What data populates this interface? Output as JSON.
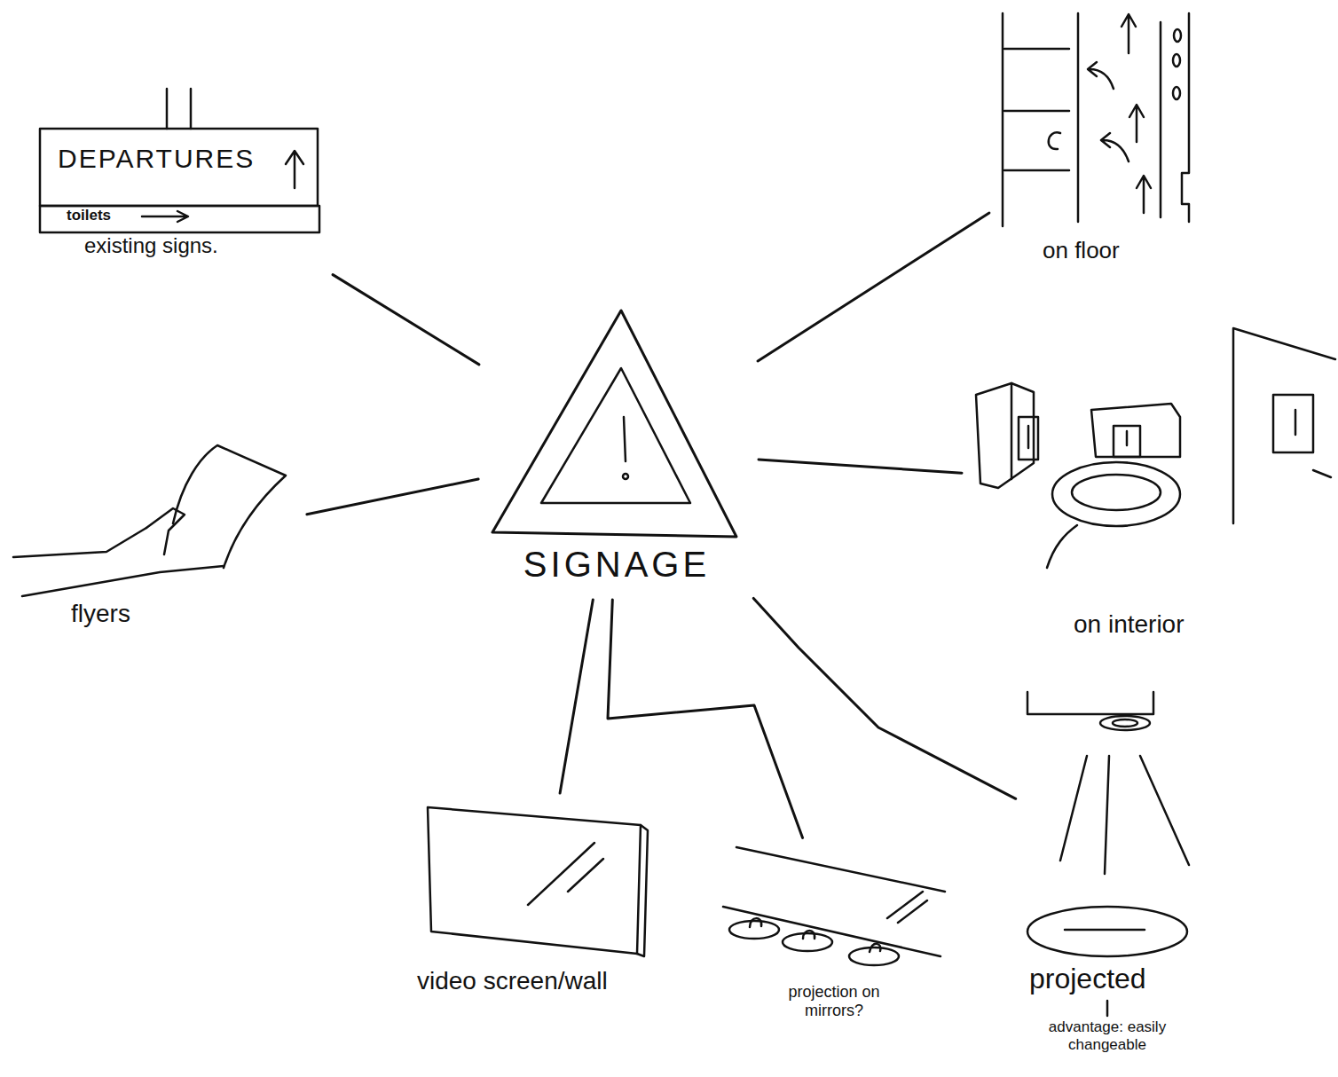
{
  "diagram": {
    "nodes": [
      {
        "text": [
          "SIGNAGE"
        ]
      },
      {
        "text": [
          "DEPARTURES",
          "toilets",
          "existing signs."
        ]
      },
      {
        "text": [
          "on floor"
        ]
      },
      {
        "text": [
          "flyers"
        ]
      },
      {
        "text": [
          "on interior"
        ]
      },
      {
        "text": [
          "video screen/wall"
        ]
      },
      {
        "text": [
          "projection on mirrors?"
        ]
      },
      {
        "text": [
          "projected"
        ]
      }
    ],
    "edges": [
      {
        "from": 0,
        "to": 1,
        "arrow": "none"
      },
      {
        "from": 0,
        "to": 2,
        "arrow": "none"
      },
      {
        "from": 0,
        "to": 3,
        "arrow": "none"
      },
      {
        "from": 0,
        "to": 4,
        "arrow": "none"
      },
      {
        "from": 0,
        "to": 5,
        "arrow": "none"
      },
      {
        "from": 0,
        "to": 6,
        "arrow": "none"
      },
      {
        "from": 0,
        "to": 7,
        "arrow": "none"
      }
    ],
    "labels": [
      "advantage: easily changeable"
    ]
  }
}
